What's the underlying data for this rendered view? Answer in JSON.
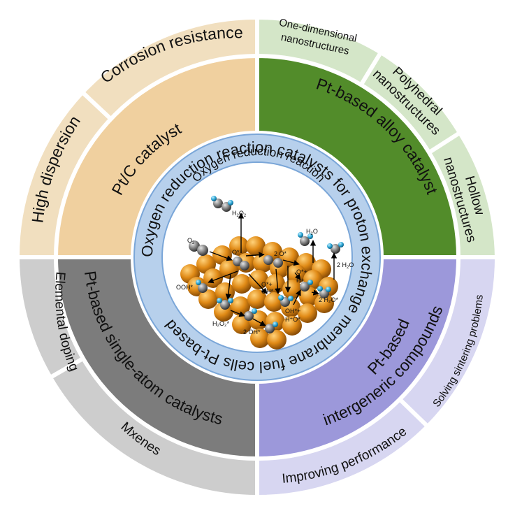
{
  "colors": {
    "outer_pc": "#f1dfbf",
    "mid_pc": "#f0d09f",
    "outer_alloy": "#d4e6c8",
    "mid_alloy": "#528c2a",
    "outer_intergeneric": "#d7d6f1",
    "mid_intergeneric": "#9c98da",
    "outer_single_atom": "#cdcdcd",
    "mid_single_atom": "#7c7c7c",
    "ring_blue": "#b7d0ec",
    "ring_blue_edge": "#7aa6d8",
    "separator": "#ffffff"
  },
  "center": {
    "ring_text": "Oxygen reduction reaction catalysts for proton exchange membrane fuel cells Pt-based",
    "title": "Oxygen reduction reaction",
    "species": {
      "o2": "O",
      "o2_sub": "2",
      "h2o2_top": "H",
      "h2o2_top_sub": "2",
      "h2o2_top_tail": "O",
      "h2o2_top_tail_sub": "2",
      "h2o_top": "H",
      "h2o_top_sub": "2",
      "h2o_top_tail": "O",
      "two_h2o": "2 H",
      "two_h2o_sub": "2",
      "two_h2o_tail": "O",
      "o_star_1": "O*",
      "o_star_2": "2 O*",
      "o2_star": "O2*",
      "ooh_star": "OOH*",
      "o_plus": "O*+",
      "oh_star": "OH*",
      "ho_star": "H₂O*",
      "oh_plus": "OH*+",
      "h_plus_1": "H+",
      "h_plus_2": "H⁺O*",
      "h2o2_star": "H₂O₂*",
      "two_oh": "2 OH*",
      "two_h2o_star": "2 H₂O*",
      "two_h2o_right": "2 H₂O"
    }
  },
  "segments": {
    "pc_catalyst": {
      "label": "Pt/C catalyst",
      "outer": [
        "High dispersion",
        "Corrosion resistance"
      ]
    },
    "alloy": {
      "label": "Pt-based alloy catalyst",
      "outer": [
        {
          "line1": "One-dimensional",
          "line2": "nanostructures"
        },
        {
          "line1": "Polyhedral",
          "line2": "nanostructures"
        },
        {
          "line1": "Hollow",
          "line2": "nanostructures"
        }
      ]
    },
    "intergeneric": {
      "label_line1": "Pt-based",
      "label_line2": "intergeneric compounds",
      "outer": [
        "Solving sintering problems",
        "Improving performance"
      ]
    },
    "single_atom": {
      "label": "Pt-based single-atom catalysts",
      "outer": [
        "Elemental doping",
        "Mxenes"
      ]
    }
  }
}
